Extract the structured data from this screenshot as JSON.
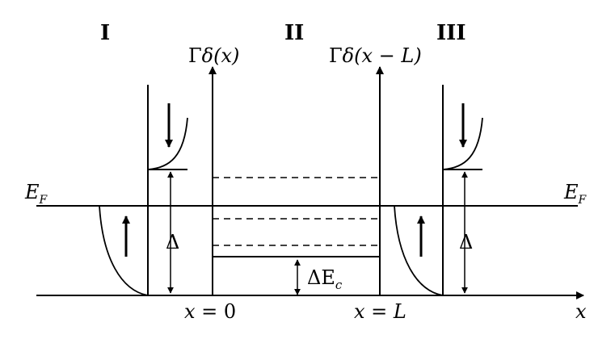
{
  "regions": {
    "left": "I",
    "middle": "II",
    "right": "III"
  },
  "labels": {
    "delta_left_gamma": "Γ",
    "delta_left_delta": "δ",
    "delta_left_arg": "(x)",
    "delta_right_gamma": "Γ",
    "delta_right_delta": "δ",
    "delta_right_arg": "(x − L)",
    "fermi_left_main": "E",
    "fermi_left_sub": "F",
    "fermi_right_main": "E",
    "fermi_right_sub": "F",
    "gap_left": "Δ",
    "gap_right": "Δ",
    "offset_main": "ΔE",
    "offset_sub": "c",
    "x0_var": "x",
    "x0_rest": " = 0",
    "xL_var": "x",
    "xL_mid": " = ",
    "xL_end": "L",
    "axis_x": "x"
  },
  "colors": {
    "line": "#000000",
    "background": "#ffffff"
  }
}
